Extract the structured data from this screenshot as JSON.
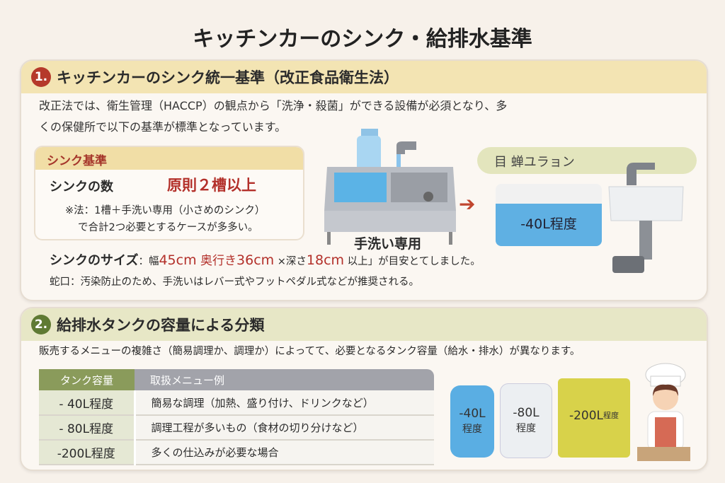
{
  "title": "キッチンカーのシンク・給排水基準",
  "section1": {
    "number": "1.",
    "heading": "キッチンカーのシンク統一基準（改正食品衛生法）",
    "intro_line1": "改正法では、衛生管理（HACCP）の観点から「洗浄・殺菌」ができる設備が必須となり、多",
    "intro_line2": "くの保健所で以下の基準が標準となっています。",
    "sink_box": {
      "heading": "シンク基準",
      "count_label": "シンクの数",
      "count_value": "原則２槽以上",
      "note_line1": "※法：1槽＋手洗い専用（小さめのシンク）",
      "note_line2": "で合計2つ必要とするケースが多多い。"
    },
    "size_label": "シンクのサイズ",
    "size_prefix": "：幅",
    "size_width": "45cm",
    "size_depth_label": " 奥行き",
    "size_depth": "36cm",
    "size_mid": " ×深さ",
    "size_height": "18cm",
    "size_suffix": " 以上」が目安とてしました。",
    "faucet_note": "蛇口：汚染防止のため、手洗いはレバー式やフットペダル式などが推奨される。",
    "illustration": {
      "sink_label": "手洗い専用",
      "unit_label": "目 蝉ユラョン",
      "tank_label": "-40L程度"
    }
  },
  "section2": {
    "number": "2.",
    "heading": "給排水タンクの容量による分類",
    "intro": "販売するメニューの複雑さ（簡易調理か、調理か）によってて、必要となるタンク容量（給水・排水）が異なります。",
    "table": {
      "headers": [
        "タンク容量",
        "取扱メニュー例"
      ],
      "rows": [
        [
          "- 40L程度",
          "簡易な調理（加熱、盛り付け、ドリンクなど）"
        ],
        [
          "- 80L程度",
          "調理工程が多いもの（食材の切り分けなど）"
        ],
        [
          "-200L程度",
          "多くの仕込みが必要な場合"
        ]
      ]
    },
    "tanks": [
      {
        "line1": "-40L",
        "line2": "程度"
      },
      {
        "line1": "-80L",
        "line2": "程度"
      },
      {
        "line1": "-200L",
        "line2": "程度"
      }
    ]
  }
}
